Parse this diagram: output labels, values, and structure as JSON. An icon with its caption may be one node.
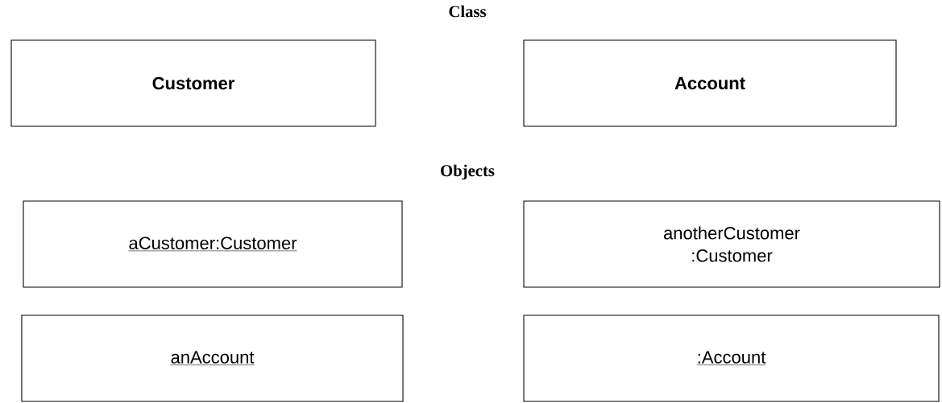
{
  "diagram": {
    "nodes": [
      {
        "text": [
          "Customer"
        ]
      },
      {
        "text": [
          "Account"
        ]
      },
      {
        "text": [
          "aCustomer:Customer"
        ]
      },
      {
        "text": [
          "anotherCustomer :Customer"
        ]
      },
      {
        "text": [
          "anAccount"
        ]
      },
      {
        "text": [
          ":Account"
        ]
      }
    ],
    "labels": [
      "Class",
      "Objects"
    ]
  }
}
